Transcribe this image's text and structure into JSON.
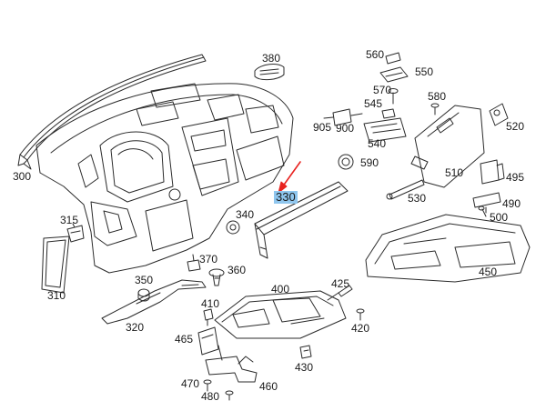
{
  "diagram": {
    "highlight_color": "#8fc6ee",
    "arrow_color": "#e8221f",
    "line_color": "#2b2b2b",
    "highlighted_part": "330",
    "parts": [
      "300",
      "310",
      "315",
      "320",
      "330",
      "340",
      "350",
      "360",
      "370",
      "380",
      "400",
      "410",
      "420",
      "425",
      "430",
      "450",
      "460",
      "465",
      "470",
      "480",
      "490",
      "495",
      "500",
      "510",
      "520",
      "530",
      "540",
      "545",
      "550",
      "560",
      "570",
      "580",
      "590",
      "900",
      "905"
    ]
  }
}
